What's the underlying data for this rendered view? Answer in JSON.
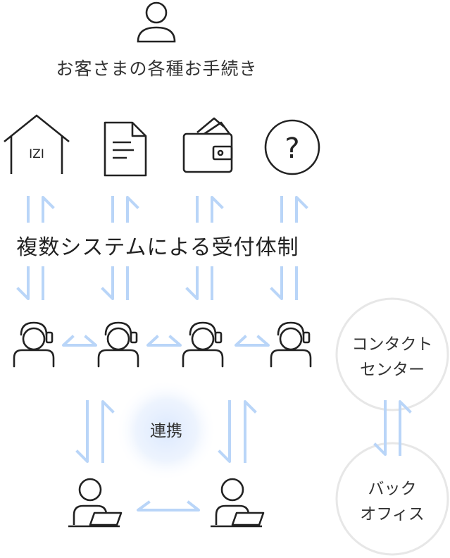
{
  "customer": {
    "label": "お客さまの各種お手続き"
  },
  "services": [
    {
      "name": "house",
      "sign": "IZI"
    },
    {
      "name": "document"
    },
    {
      "name": "wallet"
    },
    {
      "name": "question",
      "glyph": "?"
    }
  ],
  "system_label": "複数システムによる受付体制",
  "coordination_label": "連携",
  "contact_center": {
    "line1": "コンタクト",
    "line2": "センター"
  },
  "back_office": {
    "line1": "バック",
    "line2": "オフィス"
  },
  "colors": {
    "arrow": "#b9d5f8",
    "stroke": "#222222",
    "circle": "#e7e7e7",
    "glow": "#dbe8fd"
  }
}
